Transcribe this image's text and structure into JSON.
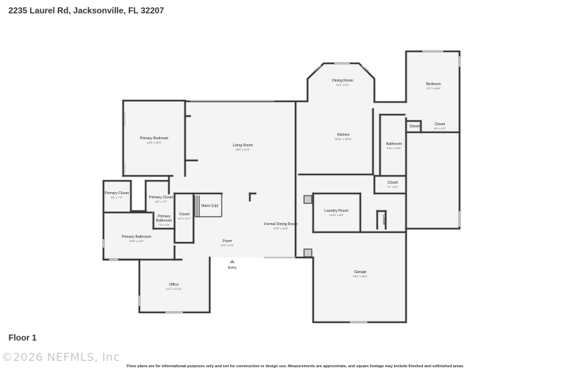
{
  "header": {
    "address": "2235 Laurel Rd, Jacksonville, FL 32207"
  },
  "footer": {
    "floor_label": "Floor 1",
    "watermark": "©2026 NEFMLS, Inc",
    "disclaimer": "Floor plans are for informational purposes only and not for construction or design use. Measurements are approximate, and square footage may include finished and unfinished areas."
  },
  "rooms": {
    "dining_room": {
      "name": "Dining Room",
      "dims": "14'1\" x 9'1\""
    },
    "bedroom": {
      "name": "Bedroom",
      "dims": "12'1\" x 16'0\""
    },
    "primary_bedroom": {
      "name": "Primary Bedroom",
      "dims": "14'5\" x 18'3\""
    },
    "living_room": {
      "name": "Living Room",
      "dims": "26'5\" x 21'4\""
    },
    "kitchen": {
      "name": "Kitchen",
      "dims": "18'11\" x 18'11\""
    },
    "closet_bed": {
      "name": "Closet",
      "dims": "6'5\" x 2'3\""
    },
    "closet_small": {
      "name": "Closet",
      "dims": ""
    },
    "bathroom": {
      "name": "Bathroom",
      "dims": "5'11\" x 13'0\""
    },
    "closet_mid": {
      "name": "Closet",
      "dims": "7'1\" x 6'1\""
    },
    "primary_closet_left": {
      "name": "Primary Closet",
      "dims": "6'2\" x 7'2\""
    },
    "primary_closet_right": {
      "name": "Primary Closet",
      "dims": "6'0\" x 7'2\""
    },
    "stairs": {
      "name": "Stairs (Up)",
      "dims": ""
    },
    "primary_bathroom_small": {
      "name": "Primary Bathroom",
      "dims": "7'3\" x 3'5\""
    },
    "closet_hall": {
      "name": "Closet",
      "dims": "4'0\" x 14'7\""
    },
    "laundry": {
      "name": "Laundry Room",
      "dims": "10'10\" x 8'6\""
    },
    "closet_vert": {
      "name": "Closet",
      "dims": ""
    },
    "formal_dining": {
      "name": "Formal Dining Room",
      "dims": "14'3\" x 14'9\""
    },
    "primary_bathroom": {
      "name": "Primary Bathroom",
      "dims": "16'9\" x 11'0\""
    },
    "foyer": {
      "name": "Foyer",
      "dims": "12'1\" x 9'6\""
    },
    "entry": {
      "name": "Entry",
      "dims": ""
    },
    "garage": {
      "name": "Garage",
      "dims": "24'1\" x 44'2\""
    },
    "office": {
      "name": "Office",
      "dims": "12'2\" x 11'10\""
    }
  }
}
